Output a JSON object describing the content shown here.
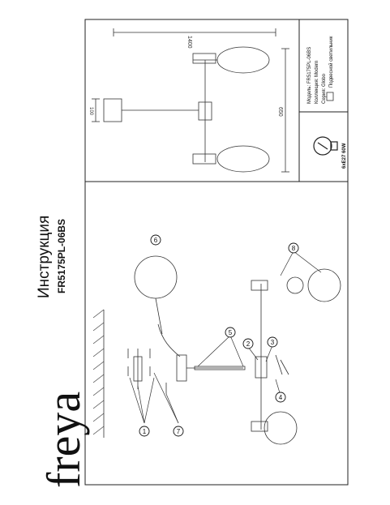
{
  "brand": "freya",
  "title": "Инструкция",
  "model_code": "FR5175PL-06BS",
  "dimensions": {
    "width": "1400",
    "depth": "650",
    "canopy": "100"
  },
  "spec_lines": [
    "Модель: FR5175PL-06BS",
    "Коллекция: Modern",
    "Серия: Globo",
    "Подвесной светильник"
  ],
  "bulb": "6xE27 60W",
  "callouts": [
    "1",
    "2",
    "3",
    "4",
    "5",
    "6",
    "7",
    "8"
  ]
}
